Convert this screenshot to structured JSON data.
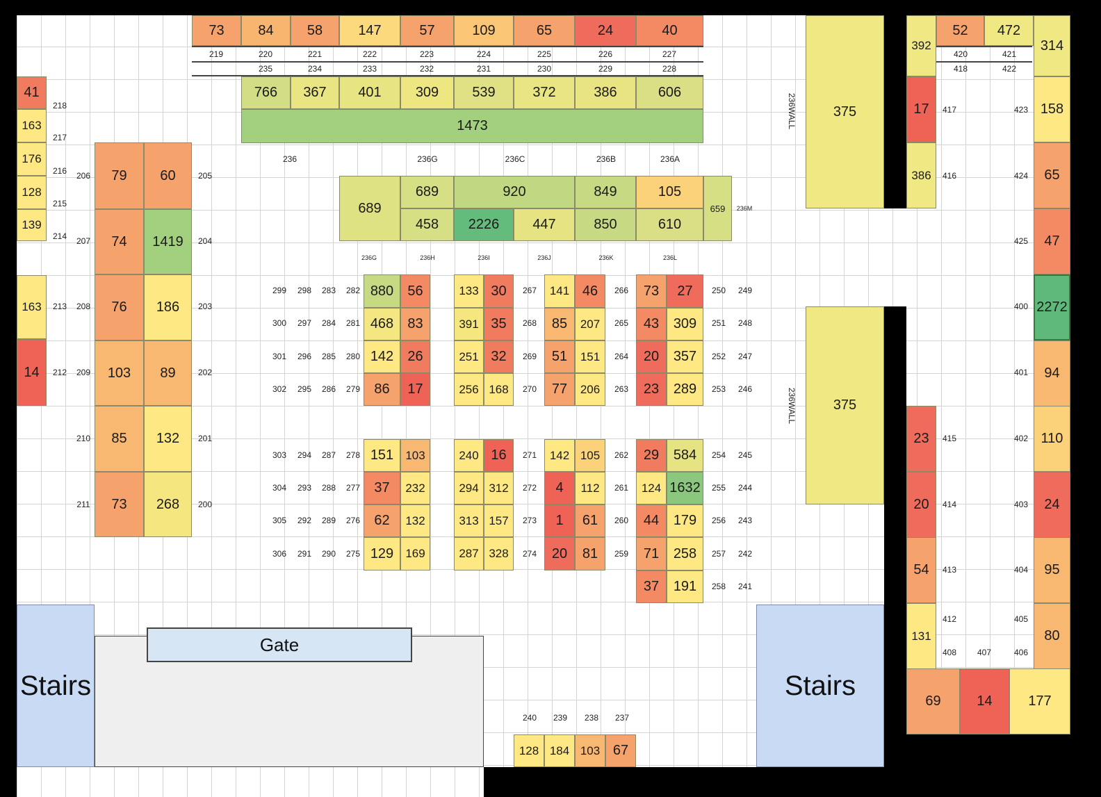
{
  "stairs_left": "Stairs",
  "stairs_right": "Stairs",
  "gate": "Gate",
  "wall_upper": "236WALL",
  "wall_lower": "236WALL",
  "cells": [
    [
      "73",
      "#f6a26c"
    ],
    [
      "84",
      "#f7b56f"
    ],
    [
      "58",
      "#f6a26c"
    ],
    [
      "147",
      "#fbd97c"
    ],
    [
      "57",
      "#f6a26c"
    ],
    [
      "109",
      "#fac676"
    ],
    [
      "65",
      "#f6a26c"
    ],
    [
      "24",
      "#ef6b5c"
    ],
    [
      "40",
      "#f38a64"
    ],
    [
      "766",
      "#d2dd85"
    ],
    [
      "367",
      "#e9e582"
    ],
    [
      "401",
      "#e7e482"
    ],
    [
      "309",
      "#eee680"
    ],
    [
      "539",
      "#dfe184"
    ],
    [
      "372",
      "#e9e582"
    ],
    [
      "386",
      "#e8e482"
    ],
    [
      "606",
      "#dade84"
    ],
    [
      "1473",
      "#a3d07f"
    ],
    [
      "41",
      "#f17b5f"
    ],
    [
      "163",
      "#fde884"
    ],
    [
      "176",
      "#fde884"
    ],
    [
      "128",
      "#fde884"
    ],
    [
      "139",
      "#fde884"
    ],
    [
      "163",
      "#fde884"
    ],
    [
      "14",
      "#ef6256"
    ],
    [
      "79",
      "#f6a26c"
    ],
    [
      "60",
      "#f6a26c"
    ],
    [
      "74",
      "#f6a26c"
    ],
    [
      "1419",
      "#a3d07f"
    ],
    [
      "76",
      "#f6a26c"
    ],
    [
      "186",
      "#fde884"
    ],
    [
      "103",
      "#f8b872"
    ],
    [
      "89",
      "#f8b872"
    ],
    [
      "85",
      "#f8b872"
    ],
    [
      "132",
      "#fde884"
    ],
    [
      "73",
      "#f6a26c"
    ],
    [
      "268",
      "#f6e680"
    ],
    [
      "689",
      "#dee283"
    ],
    [
      "689",
      "#d6df84"
    ],
    [
      "920",
      "#c1d882"
    ],
    [
      "849",
      "#c7da83"
    ],
    [
      "105",
      "#fbd17a"
    ],
    [
      "659",
      "#d6df84"
    ],
    [
      "458",
      "#d6df84"
    ],
    [
      "2226",
      "#63bc7b"
    ],
    [
      "447",
      "#e5e382"
    ],
    [
      "850",
      "#c7da83"
    ],
    [
      "610",
      "#dade84"
    ],
    [
      "880",
      "#c7da83"
    ],
    [
      "56",
      "#f38a64"
    ],
    [
      "468",
      "#f4e681"
    ],
    [
      "83",
      "#f6a26c"
    ],
    [
      "142",
      "#fde884"
    ],
    [
      "26",
      "#f17b5f"
    ],
    [
      "86",
      "#f6a26c"
    ],
    [
      "17",
      "#ef6256"
    ],
    [
      "133",
      "#fde884"
    ],
    [
      "30",
      "#f17b5f"
    ],
    [
      "391",
      "#f6e680"
    ],
    [
      "35",
      "#f17b5f"
    ],
    [
      "251",
      "#fde884"
    ],
    [
      "32",
      "#f17b5f"
    ],
    [
      "256",
      "#fde884"
    ],
    [
      "168",
      "#fde884"
    ],
    [
      "141",
      "#fde884"
    ],
    [
      "46",
      "#f38a64"
    ],
    [
      "85",
      "#f8b872"
    ],
    [
      "207",
      "#fde884"
    ],
    [
      "51",
      "#f6a26c"
    ],
    [
      "151",
      "#fde884"
    ],
    [
      "77",
      "#f6a26c"
    ],
    [
      "206",
      "#fde884"
    ],
    [
      "73",
      "#f6a26c"
    ],
    [
      "27",
      "#ef6b5c"
    ],
    [
      "43",
      "#f38a64"
    ],
    [
      "309",
      "#fde884"
    ],
    [
      "20",
      "#ef6b5c"
    ],
    [
      "357",
      "#fde884"
    ],
    [
      "23",
      "#ef6b5c"
    ],
    [
      "289",
      "#fde884"
    ],
    [
      "151",
      "#fde884"
    ],
    [
      "103",
      "#f8b872"
    ],
    [
      "37",
      "#f38a64"
    ],
    [
      "232",
      "#fde884"
    ],
    [
      "62",
      "#f6a26c"
    ],
    [
      "132",
      "#fde884"
    ],
    [
      "129",
      "#fde884"
    ],
    [
      "169",
      "#fde884"
    ],
    [
      "240",
      "#fde884"
    ],
    [
      "16",
      "#ef6256"
    ],
    [
      "294",
      "#fde884"
    ],
    [
      "312",
      "#fde884"
    ],
    [
      "313",
      "#fde884"
    ],
    [
      "157",
      "#fde884"
    ],
    [
      "287",
      "#fde884"
    ],
    [
      "328",
      "#fde884"
    ],
    [
      "142",
      "#fde884"
    ],
    [
      "105",
      "#fbd17a"
    ],
    [
      "4",
      "#ef6256"
    ],
    [
      "112",
      "#fde884"
    ],
    [
      "1",
      "#ef6256"
    ],
    [
      "61",
      "#f6a26c"
    ],
    [
      "20",
      "#ef6b5c"
    ],
    [
      "81",
      "#f6a26c"
    ],
    [
      "29",
      "#f17b5f"
    ],
    [
      "584",
      "#e5e382"
    ],
    [
      "124",
      "#fde884"
    ],
    [
      "1632",
      "#8bc77e"
    ],
    [
      "44",
      "#f38a64"
    ],
    [
      "179",
      "#fde884"
    ],
    [
      "71",
      "#f6a26c"
    ],
    [
      "258",
      "#fde884"
    ],
    [
      "37",
      "#f38a64"
    ],
    [
      "191",
      "#fde884"
    ],
    [
      "128",
      "#fde884"
    ],
    [
      "184",
      "#fde884"
    ],
    [
      "103",
      "#f8b872"
    ],
    [
      "67",
      "#f6a26c"
    ],
    [
      "375",
      "#f0e883"
    ],
    [
      "375",
      "#f0e883"
    ],
    [
      "392",
      "#f0e883"
    ],
    [
      "52",
      "#f6a26c"
    ],
    [
      "472",
      "#f0e883"
    ],
    [
      "314",
      "#f0e883"
    ],
    [
      "17",
      "#ef6256"
    ],
    [
      "158",
      "#fde884"
    ],
    [
      "386",
      "#f0e883"
    ],
    [
      "65",
      "#f6a26c"
    ],
    [
      "47",
      "#f38a64"
    ],
    [
      "2272",
      "#5fb97b"
    ],
    [
      "94",
      "#f8b872"
    ],
    [
      "23",
      "#ef6b5c"
    ],
    [
      "110",
      "#fbd17a"
    ],
    [
      "20",
      "#ef6b5c"
    ],
    [
      "24",
      "#ef6b5c"
    ],
    [
      "54",
      "#f6a26c"
    ],
    [
      "95",
      "#f8b872"
    ],
    [
      "131",
      "#fde884"
    ],
    [
      "80",
      "#f8b872"
    ],
    [
      "69",
      "#f6a26c"
    ],
    [
      "14",
      "#ef6256"
    ],
    [
      "177",
      "#fde884"
    ]
  ],
  "labels": [
    "219",
    "220",
    "221",
    "222",
    "223",
    "224",
    "225",
    "226",
    "227",
    "235",
    "234",
    "233",
    "232",
    "231",
    "230",
    "229",
    "228",
    "218",
    "217",
    "216",
    "215",
    "214",
    "213",
    "212",
    "206",
    "207",
    "208",
    "209",
    "210",
    "211",
    "205",
    "204",
    "203",
    "202",
    "201",
    "200",
    "236",
    "236G",
    "236C",
    "236B",
    "236A",
    "236G",
    "236H",
    "236I",
    "236J",
    "236K",
    "236L",
    "236M",
    "299",
    "298",
    "283",
    "282",
    "300",
    "297",
    "284",
    "281",
    "301",
    "296",
    "285",
    "280",
    "302",
    "295",
    "286",
    "279",
    "267",
    "268",
    "269",
    "270",
    "266",
    "265",
    "264",
    "263",
    "250",
    "251",
    "252",
    "253",
    "249",
    "248",
    "247",
    "246",
    "303",
    "294",
    "287",
    "278",
    "304",
    "293",
    "288",
    "277",
    "305",
    "292",
    "289",
    "276",
    "306",
    "291",
    "290",
    "275",
    "271",
    "272",
    "273",
    "274",
    "262",
    "261",
    "260",
    "259",
    "254",
    "255",
    "256",
    "257",
    "258",
    "245",
    "244",
    "243",
    "242",
    "241",
    "240",
    "239",
    "238",
    "237",
    "420",
    "421",
    "418",
    "422",
    "417",
    "423",
    "416",
    "424",
    "425",
    "400",
    "401",
    "415",
    "402",
    "414",
    "403",
    "413",
    "404",
    "412",
    "405",
    "408",
    "407",
    "406"
  ]
}
